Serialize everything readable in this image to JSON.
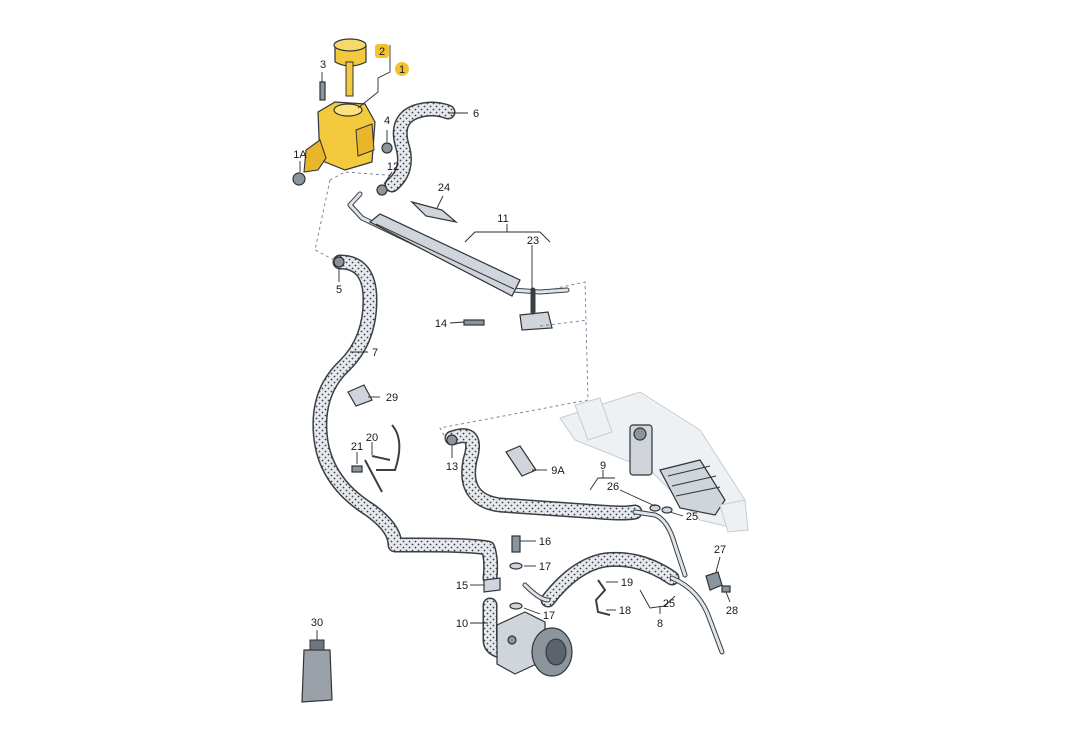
{
  "colors": {
    "highlight": "#f2c230",
    "tank": "#f3c93e",
    "hose_pattern": "#e6eaee",
    "leader_dash": "#6b7f96"
  },
  "callouts": {
    "c1": "1",
    "c1A": "1A",
    "c2": "2",
    "c3": "3",
    "c4": "4",
    "c5": "5",
    "c6": "6",
    "c7": "7",
    "c8": "8",
    "c9": "9",
    "c9A": "9A",
    "c10": "10",
    "c11": "11",
    "c12": "12",
    "c13": "13",
    "c14": "14",
    "c15": "15",
    "c16": "16",
    "c17a": "17",
    "c17b": "17",
    "c18": "18",
    "c19": "19",
    "c20": "20",
    "c21": "21",
    "c23": "23",
    "c24": "24",
    "c25a": "25",
    "c25b": "25",
    "c26": "26",
    "c27": "27",
    "c28": "28",
    "c29": "29",
    "c30": "30"
  }
}
